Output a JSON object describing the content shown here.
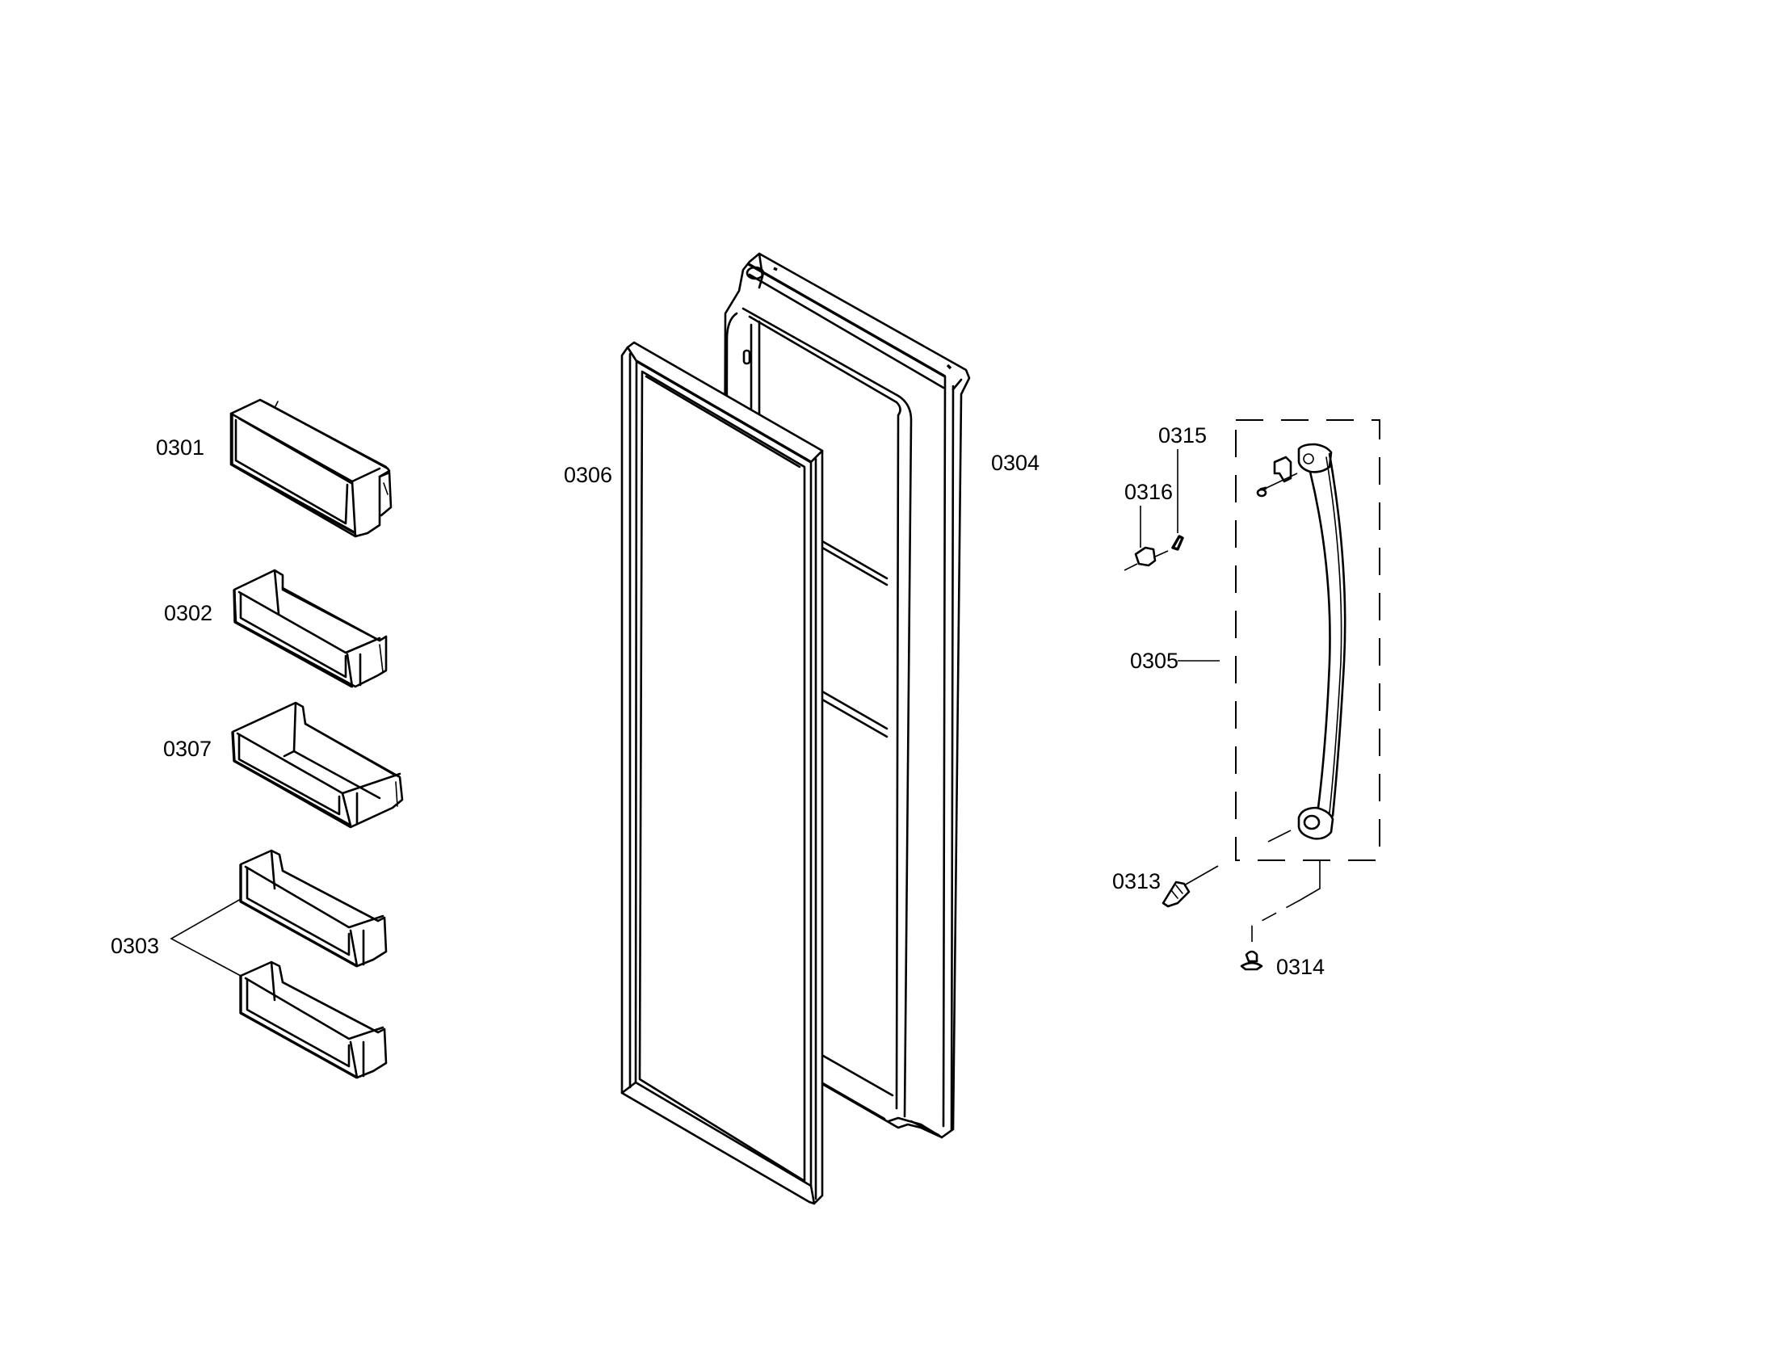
{
  "diagram": {
    "type": "exploded parts diagram",
    "subject": "refrigerator door assembly",
    "parts": [
      {
        "id": "0301",
        "label": "0301",
        "description": "door bin (covered dairy bin)"
      },
      {
        "id": "0302",
        "label": "0302",
        "description": "door bin"
      },
      {
        "id": "0307",
        "label": "0307",
        "description": "door bin (deep)"
      },
      {
        "id": "0303",
        "label": "0303",
        "description": "door bins (pair)"
      },
      {
        "id": "0306",
        "label": "0306",
        "description": "door gasket"
      },
      {
        "id": "0304",
        "label": "0304",
        "description": "door"
      },
      {
        "id": "0315",
        "label": "0315",
        "description": "screw"
      },
      {
        "id": "0316",
        "label": "0316",
        "description": "hinge bushing / bracket"
      },
      {
        "id": "0305",
        "label": "0305",
        "description": "door handle assembly"
      },
      {
        "id": "0313",
        "label": "0313",
        "description": "handle bolt"
      },
      {
        "id": "0314",
        "label": "0314",
        "description": "screw"
      }
    ]
  },
  "labels": {
    "p0301": "0301",
    "p0302": "0302",
    "p0307": "0307",
    "p0303": "0303",
    "p0306": "0306",
    "p0304": "0304",
    "p0315": "0315",
    "p0316": "0316",
    "p0305": "0305",
    "p0313": "0313",
    "p0314": "0314"
  }
}
